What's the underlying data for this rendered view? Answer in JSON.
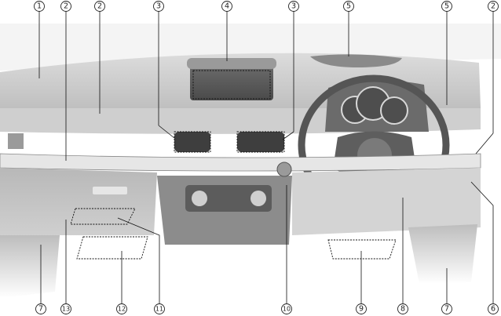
{
  "callouts_top": [
    {
      "id": "c1",
      "label": "1"
    },
    {
      "id": "c2a",
      "label": "2"
    },
    {
      "id": "c2b",
      "label": "2"
    },
    {
      "id": "c3a",
      "label": "3"
    },
    {
      "id": "c4",
      "label": "4"
    },
    {
      "id": "c3b",
      "label": "3"
    },
    {
      "id": "c5a",
      "label": "5"
    },
    {
      "id": "c5b",
      "label": "5"
    },
    {
      "id": "c2c",
      "label": "2"
    }
  ],
  "callouts_bottom": [
    {
      "id": "c7a",
      "label": "7"
    },
    {
      "id": "c13",
      "label": "13"
    },
    {
      "id": "c12",
      "label": "12"
    },
    {
      "id": "c11",
      "label": "11"
    },
    {
      "id": "c10",
      "label": "10"
    },
    {
      "id": "c9",
      "label": "9"
    },
    {
      "id": "c8",
      "label": "8"
    },
    {
      "id": "c7b",
      "label": "7"
    },
    {
      "id": "c6",
      "label": "6"
    }
  ]
}
